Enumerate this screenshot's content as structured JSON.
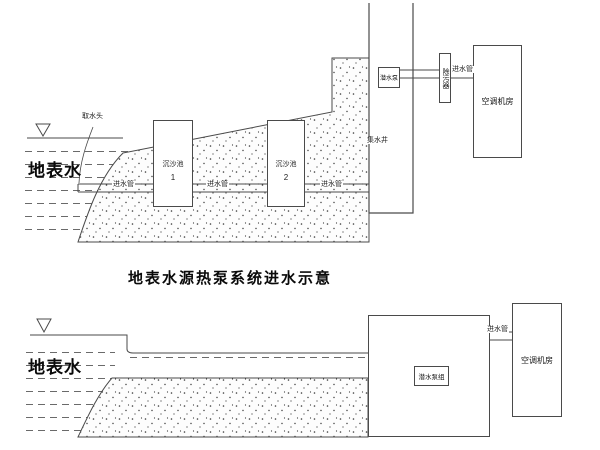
{
  "title": "地表水源热泵系统进水示意",
  "labels": {
    "surface_water": "地表水",
    "intake_head": "取水头",
    "sediment_tank": "沉沙池",
    "tank_no_1": "1",
    "tank_no_2": "2",
    "intake_pipe": "进水管",
    "collection_well": "集水井",
    "submersible_pump": "潜水泵",
    "strainer": "除污器",
    "ac_machine_room": "空调机房",
    "pump_group": "潜水泵组"
  },
  "colors": {
    "line": "#4a4a4a",
    "text": "#161616",
    "background": "#ffffff"
  }
}
